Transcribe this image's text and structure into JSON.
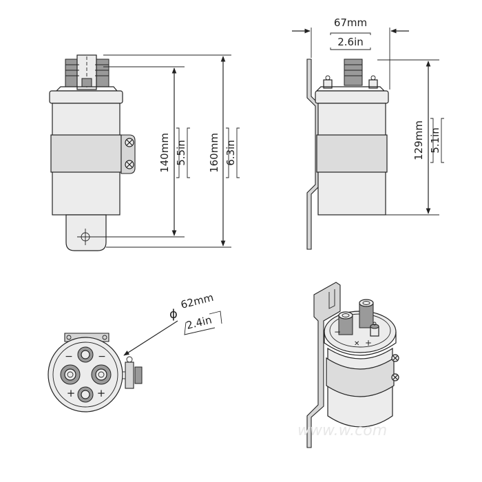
{
  "dimensions": {
    "width": {
      "metric": "67mm",
      "imperial": "2.6in"
    },
    "body_length": {
      "metric": "140mm",
      "imperial": "5.5in"
    },
    "total_length": {
      "metric": "160mm",
      "imperial": "6.3in"
    },
    "bracket_height": {
      "metric": "129mm",
      "imperial": "5.1in"
    },
    "diameter": {
      "metric": "62mm",
      "imperial": "2.4in",
      "symbol": "ϕ"
    }
  },
  "terminal_marks": {
    "minus": "−",
    "plus": "+",
    "cross": "✕"
  },
  "watermark": "www.w.com",
  "colors": {
    "line": "#222222",
    "body": "#ececec",
    "band": "#dcdcdc"
  }
}
